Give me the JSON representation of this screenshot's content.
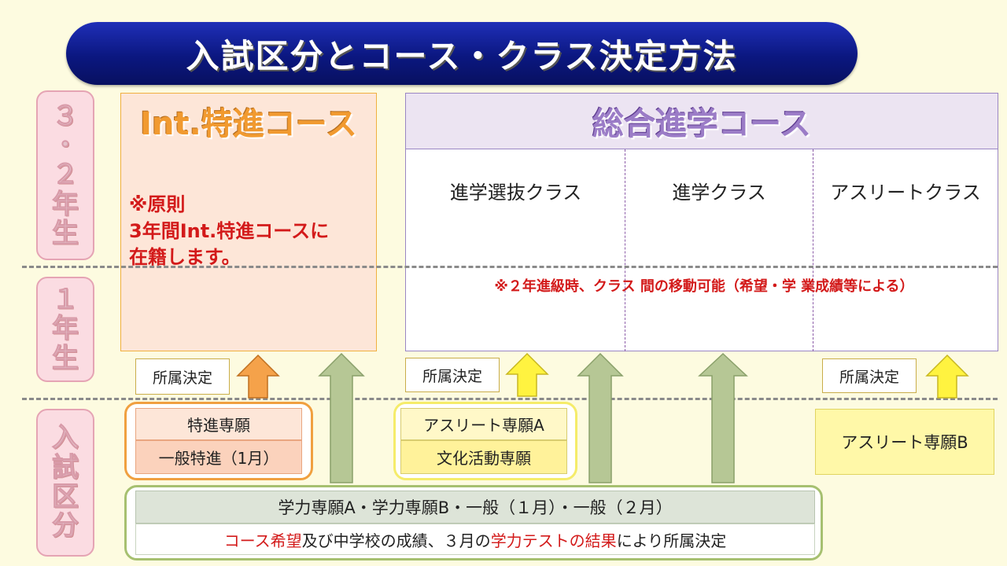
{
  "title": "入試区分とコース・クラス決定方法",
  "grade_labels": {
    "upper": [
      "３",
      "・",
      "２",
      "年",
      "生"
    ],
    "first": [
      "１",
      "年",
      "生"
    ],
    "exam": [
      "入",
      "試",
      "区",
      "分"
    ]
  },
  "int_course": {
    "title": "Int.特進コース",
    "note_lines": [
      "※原則",
      "3年間Int.特進コースに",
      "在籍します。"
    ]
  },
  "general_course": {
    "title": "総合進学コース",
    "classes": [
      "進学選抜クラス",
      "進学クラス",
      "アスリートクラス"
    ],
    "note": "※２年進級時、クラス 間の移動可能（希望・学 業成績等による）"
  },
  "affiliation_tags": [
    "所属決定",
    "所属決定",
    "所属決定"
  ],
  "exam_groups": {
    "int": [
      "特進専願",
      "一般特進（1月）"
    ],
    "athlete_a": [
      "アスリート専願A",
      "文化活動専願"
    ],
    "athlete_b": "アスリート専願B",
    "general": {
      "header": "学力専願A・学力専願B・一般（１月）・一般（２月）",
      "detail_parts": [
        "コース希望",
        "及び中学校の成績、３月の",
        "学力テストの結果",
        "により所属決定"
      ]
    }
  },
  "colors": {
    "title_bg": "#0b1780",
    "int_accent": "#f19a30",
    "general_accent": "#9b7cc7",
    "note_red": "#d31a1a",
    "arrow_orange": "#f5a24a",
    "arrow_yellow": "#fff340",
    "arrow_green": "#b6c795"
  }
}
